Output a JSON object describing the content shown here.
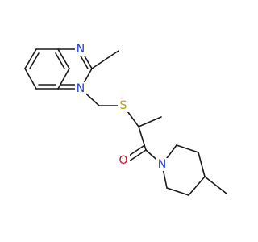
{
  "molecule": {
    "atoms": {
      "n_top": {
        "symbol": "N",
        "color": "#1f3fd0"
      },
      "n_bottom": {
        "symbol": "N",
        "color": "#1f3fd0"
      },
      "sulfur": {
        "symbol": "S",
        "color": "#b8a20a"
      },
      "oxygen": {
        "symbol": "O",
        "color": "#e0001a"
      },
      "n_piperidine": {
        "symbol": "N",
        "color": "#1f3fd0"
      }
    },
    "bond_color": "#1a1a1a"
  }
}
